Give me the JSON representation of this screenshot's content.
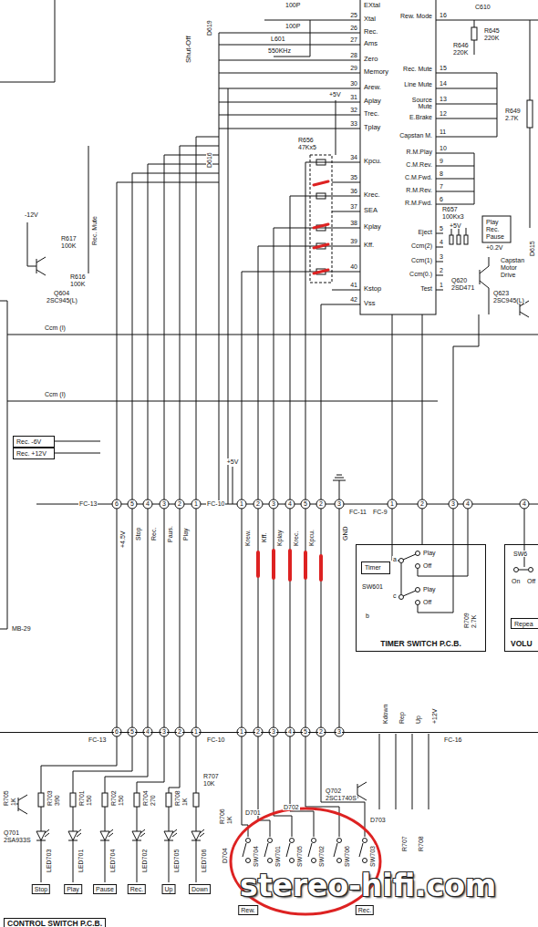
{
  "diagram": {
    "nodes": [
      {
        "text": [
          "Rec. -6V"
        ]
      },
      {
        "text": [
          "Rec. +12V"
        ]
      },
      {
        "text": [
          "TIMER SWITCH P.C.B."
        ]
      },
      {
        "text": [
          "Timer"
        ],
        "in": 2
      },
      {
        "text": [
          "VOLU"
        ]
      },
      {
        "text": [
          "Repea"
        ],
        "in": 4
      },
      {
        "text": [
          "CONTROL SWITCH P.C.B."
        ]
      }
    ],
    "labels": [
      "100P",
      "100P",
      "L601",
      "550KHz",
      "C610",
      "R646",
      "220K",
      "R645",
      "220K",
      "+5V",
      "R656",
      "47Kx5",
      "D619",
      "D616",
      "Shut-Off",
      "EXtal",
      "Xtal",
      "Rec.",
      "Ams",
      "Zero",
      "Memory",
      "Arew.",
      "Aplay",
      "Trec.",
      "Tplay",
      "Kpcu.",
      "Krec.",
      "SEA",
      "Kplay",
      "Kff.",
      "Kstop",
      "Vss",
      "25",
      "26",
      "27",
      "28",
      "29",
      "30",
      "31",
      "32",
      "33",
      "34",
      "35",
      "36",
      "37",
      "38",
      "39",
      "40",
      "41",
      "42",
      "Rew. Mode",
      "Rec. Mute",
      "Line Mute",
      "Source Mute",
      "E.Brake",
      "Capstan M.",
      "R.M.Play",
      "C.M.Rev.",
      "C.M.Fwd.",
      "R.M.Rev.",
      "R.M.Fwd.",
      "Eject",
      "Ccm(2)",
      "Ccm(1)",
      "Ccm(0.)",
      "Test",
      "16",
      "15",
      "14",
      "13",
      "12",
      "11",
      "10",
      "9",
      "8",
      "7",
      "6",
      "5",
      "4",
      "3",
      "2",
      "1",
      "R649",
      "2.7K",
      "R657",
      "100Kx3",
      "+5V",
      "Play",
      "Rec.",
      "Pause",
      "+0.2V",
      "D615",
      "Q620",
      "2SD471",
      "Capstan",
      "Motor",
      "Drive",
      "Q623",
      "2SC945(L)",
      "-12V",
      "R617",
      "100K",
      "R616",
      "100K",
      "Q604",
      "2SC945(L)",
      "Rec. Mute",
      "Ccm (I)",
      "Ccm (I)",
      "MB-29",
      "FC-13",
      "6",
      "5",
      "4",
      "3",
      "2",
      "1",
      "+4.5V",
      "Stop",
      "Rec.",
      "Paus.",
      "Play",
      "+5V",
      "FC-10",
      "1",
      "2",
      "3",
      "4",
      "5",
      "Krew.",
      "Kff.",
      "Kplay",
      "Krec.",
      "Kpcu.",
      "2",
      "3",
      "GND",
      "FC-11",
      "FC-9",
      "1",
      "2",
      "3",
      "4",
      "4",
      "SW601",
      "a",
      "b",
      "c",
      "Play",
      "Off",
      "Play",
      "Off",
      "R709",
      "2.7K",
      "SW6",
      "On",
      "Off",
      "FC-13",
      "6",
      "5",
      "4",
      "3",
      "2",
      "1",
      "FC-10",
      "1",
      "2",
      "3",
      "4",
      "5",
      "2",
      "3",
      "Kdown",
      "Rep",
      "Up",
      "+12V",
      "FC-16",
      "R703",
      "390",
      "R705",
      "1K",
      "Q701",
      "2SA933S",
      "R701",
      "150",
      "R702",
      "150",
      "R704",
      "270",
      "R708",
      "1K",
      "R707",
      "10K",
      "R706",
      "1K",
      "D701",
      "D702",
      "Q702",
      "2SC1740S",
      "D703",
      "D704",
      "R707",
      "R708",
      "LED703",
      "LED701",
      "LED704",
      "LED702",
      "LED705",
      "LED706",
      "Stop",
      "Play",
      "Pause",
      "Rec.",
      "Up",
      "Down",
      "SW704",
      "SW701",
      "SW705",
      "SW702",
      "SW706",
      "SW703",
      "Rew.",
      "Rec.",
      "stereo-hifi.com"
    ]
  }
}
